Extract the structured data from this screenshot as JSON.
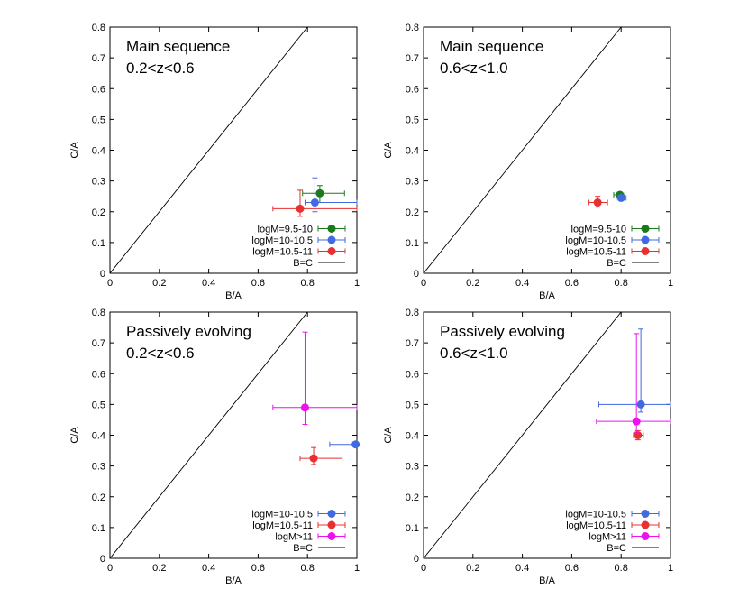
{
  "chart_data": [
    {
      "type": "scatter",
      "title": "Main sequence",
      "subtitle": "0.2<z<0.6",
      "xlabel": "B/A",
      "ylabel": "C/A",
      "xlim": [
        0,
        1
      ],
      "ylim": [
        0,
        0.8
      ],
      "xticks": [
        "0",
        "0.2",
        "0.4",
        "0.6",
        "0.8",
        "1"
      ],
      "yticks": [
        "0",
        "0.1",
        "0.2",
        "0.3",
        "0.4",
        "0.5",
        "0.6",
        "0.7",
        "0.8"
      ],
      "grid": false,
      "legend_position": "bottom-right",
      "series": [
        {
          "name": "logM=9.5-10",
          "color": "#1a7a1a",
          "x": 0.85,
          "y": 0.26,
          "x_err": [
            0.78,
            0.95
          ],
          "y_err": [
            0.23,
            0.285
          ]
        },
        {
          "name": "logM=10-10.5",
          "color": "#4169e1",
          "x": 0.83,
          "y": 0.23,
          "x_err": [
            0.79,
            1.0
          ],
          "y_err": [
            0.2,
            0.31
          ]
        },
        {
          "name": "logM=10.5-11",
          "color": "#e83030",
          "x": 0.77,
          "y": 0.21,
          "x_err": [
            0.66,
            1.0
          ],
          "y_err": [
            0.185,
            0.27
          ]
        }
      ],
      "reference_line": {
        "name": "B=C",
        "color": "#000000"
      }
    },
    {
      "type": "scatter",
      "title": "Main sequence",
      "subtitle": "0.6<z<1.0",
      "xlabel": "B/A",
      "ylabel": "C/A",
      "xlim": [
        0,
        1
      ],
      "ylim": [
        0,
        0.8
      ],
      "xticks": [
        "0",
        "0.2",
        "0.4",
        "0.6",
        "0.8",
        "1"
      ],
      "yticks": [
        "0",
        "0.1",
        "0.2",
        "0.3",
        "0.4",
        "0.5",
        "0.6",
        "0.7",
        "0.8"
      ],
      "grid": false,
      "legend_position": "bottom-right",
      "series": [
        {
          "name": "logM=9.5-10",
          "color": "#1a7a1a",
          "x": 0.795,
          "y": 0.255,
          "x_err": [
            0.77,
            0.815
          ],
          "y_err": [
            0.25,
            0.262
          ]
        },
        {
          "name": "logM=10-10.5",
          "color": "#4169e1",
          "x": 0.8,
          "y": 0.245,
          "x_err": [
            0.78,
            0.82
          ],
          "y_err": [
            0.238,
            0.253
          ]
        },
        {
          "name": "logM=10.5-11",
          "color": "#e83030",
          "x": 0.705,
          "y": 0.23,
          "x_err": [
            0.67,
            0.745
          ],
          "y_err": [
            0.215,
            0.25
          ]
        }
      ],
      "reference_line": {
        "name": "B=C",
        "color": "#000000"
      }
    },
    {
      "type": "scatter",
      "title": "Passively evolving",
      "subtitle": "0.2<z<0.6",
      "xlabel": "B/A",
      "ylabel": "C/A",
      "xlim": [
        0,
        1
      ],
      "ylim": [
        0,
        0.8
      ],
      "xticks": [
        "0",
        "0.2",
        "0.4",
        "0.6",
        "0.8",
        "1"
      ],
      "yticks": [
        "0",
        "0.1",
        "0.2",
        "0.3",
        "0.4",
        "0.5",
        "0.6",
        "0.7",
        "0.8"
      ],
      "grid": false,
      "legend_position": "bottom-right",
      "series": [
        {
          "name": "logM=10-10.5",
          "color": "#4169e1",
          "x": 0.995,
          "y": 0.37,
          "x_err": [
            0.89,
            1.0
          ],
          "y_err": [
            0.37,
            0.37
          ]
        },
        {
          "name": "logM=10.5-11",
          "color": "#e83030",
          "x": 0.825,
          "y": 0.325,
          "x_err": [
            0.77,
            0.94
          ],
          "y_err": [
            0.305,
            0.36
          ]
        },
        {
          "name": "logM>11",
          "color": "#ee10ee",
          "x": 0.79,
          "y": 0.49,
          "x_err": [
            0.66,
            1.0
          ],
          "y_err": [
            0.435,
            0.735
          ]
        }
      ],
      "reference_line": {
        "name": "B=C",
        "color": "#000000"
      }
    },
    {
      "type": "scatter",
      "title": "Passively evolving",
      "subtitle": "0.6<z<1.0",
      "xlabel": "B/A",
      "ylabel": "C/A",
      "xlim": [
        0,
        1
      ],
      "ylim": [
        0,
        0.8
      ],
      "xticks": [
        "0",
        "0.2",
        "0.4",
        "0.6",
        "0.8",
        "1"
      ],
      "yticks": [
        "0",
        "0.1",
        "0.2",
        "0.3",
        "0.4",
        "0.5",
        "0.6",
        "0.7",
        "0.8"
      ],
      "grid": false,
      "legend_position": "bottom-right",
      "series": [
        {
          "name": "logM=10-10.5",
          "color": "#4169e1",
          "x": 0.88,
          "y": 0.5,
          "x_err": [
            0.71,
            1.0
          ],
          "y_err": [
            0.475,
            0.745
          ]
        },
        {
          "name": "logM=10.5-11",
          "color": "#e83030",
          "x": 0.868,
          "y": 0.4,
          "x_err": [
            0.85,
            0.89
          ],
          "y_err": [
            0.385,
            0.415
          ]
        },
        {
          "name": "logM>11",
          "color": "#ee10ee",
          "x": 0.862,
          "y": 0.445,
          "x_err": [
            0.7,
            1.0
          ],
          "y_err": [
            0.41,
            0.73
          ]
        }
      ],
      "reference_line": {
        "name": "B=C",
        "color": "#000000"
      }
    }
  ]
}
